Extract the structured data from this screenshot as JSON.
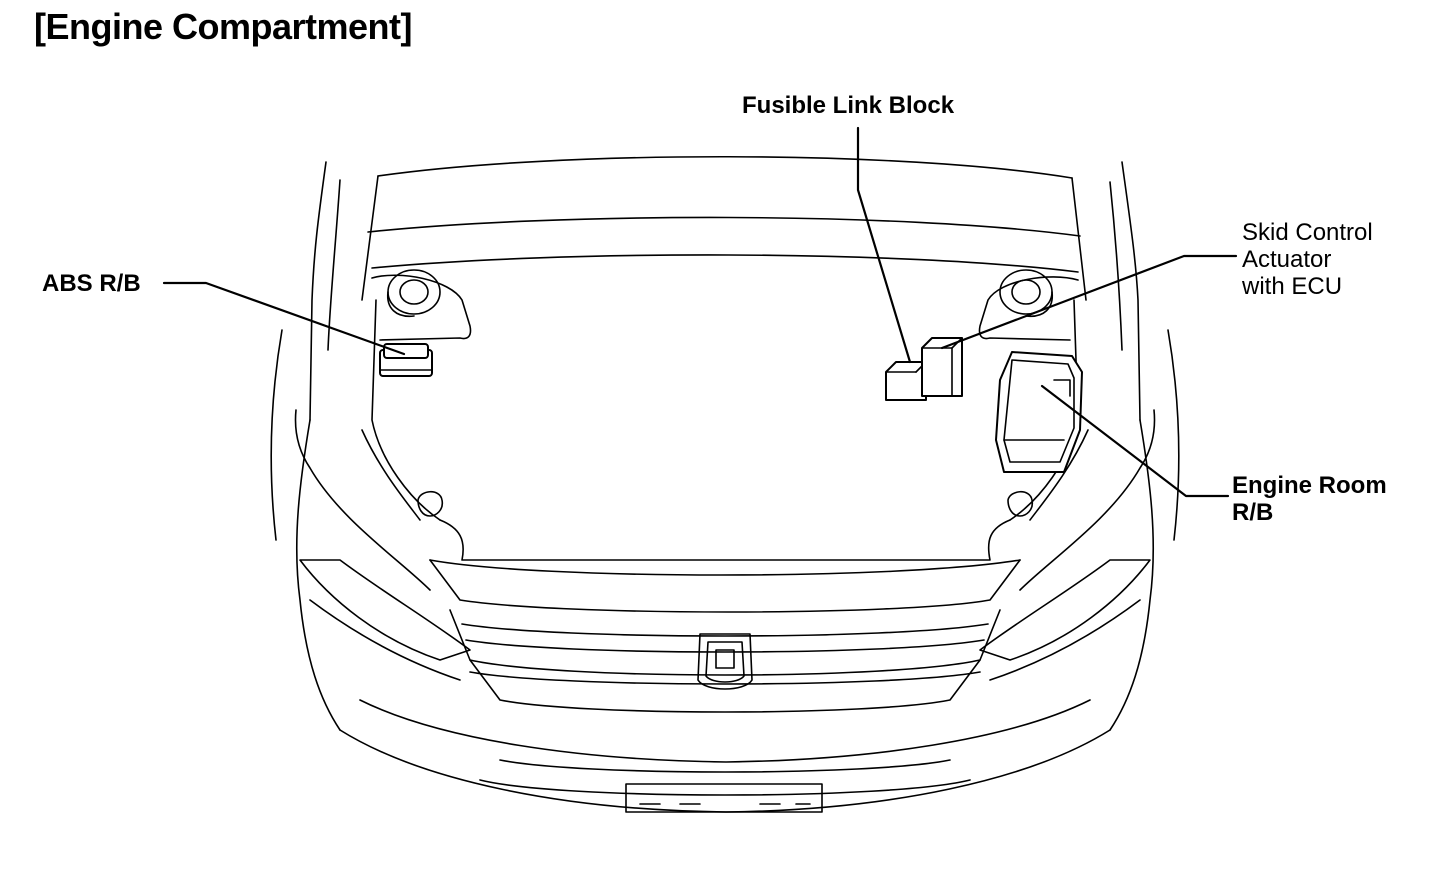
{
  "title": "[Engine Compartment]",
  "labels": {
    "abs_rb": "ABS R/B",
    "fusible_link_block": "Fusible Link Block",
    "skid_control": [
      "Skid Control",
      "Actuator",
      "with ECU"
    ],
    "engine_room_rb": [
      "Engine Room",
      "R/B"
    ]
  },
  "icons": {
    "vehicle": "car-front-engine-compartment-icon"
  }
}
